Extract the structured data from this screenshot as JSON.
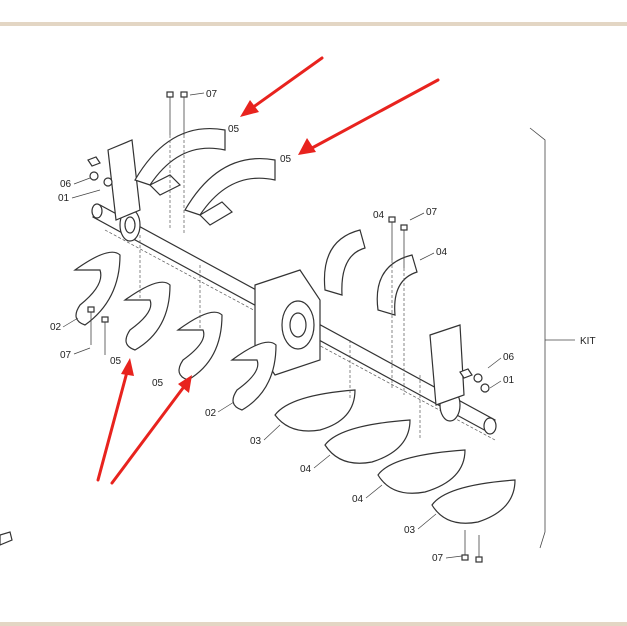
{
  "diagram": {
    "kit_label": "KIT",
    "callouts": {
      "c07_top": "07",
      "c05_top1": "05",
      "c05_top2": "05",
      "c06_left": "06",
      "c01_left": "01",
      "c04_r1": "04",
      "c07_right": "07",
      "c04_r2": "04",
      "c02_left": "02",
      "c07_left": "07",
      "c05_low1": "05",
      "c05_low2": "05",
      "c02_mid": "02",
      "c06_right": "06",
      "c01_right": "01",
      "c03_mid": "03",
      "c04_low1": "04",
      "c04_low2": "04",
      "c03_right": "03",
      "c07_bottom": "07"
    },
    "colors": {
      "arrow": "#e8231e",
      "line": "#333333",
      "rule": "#e3d6c4"
    }
  }
}
